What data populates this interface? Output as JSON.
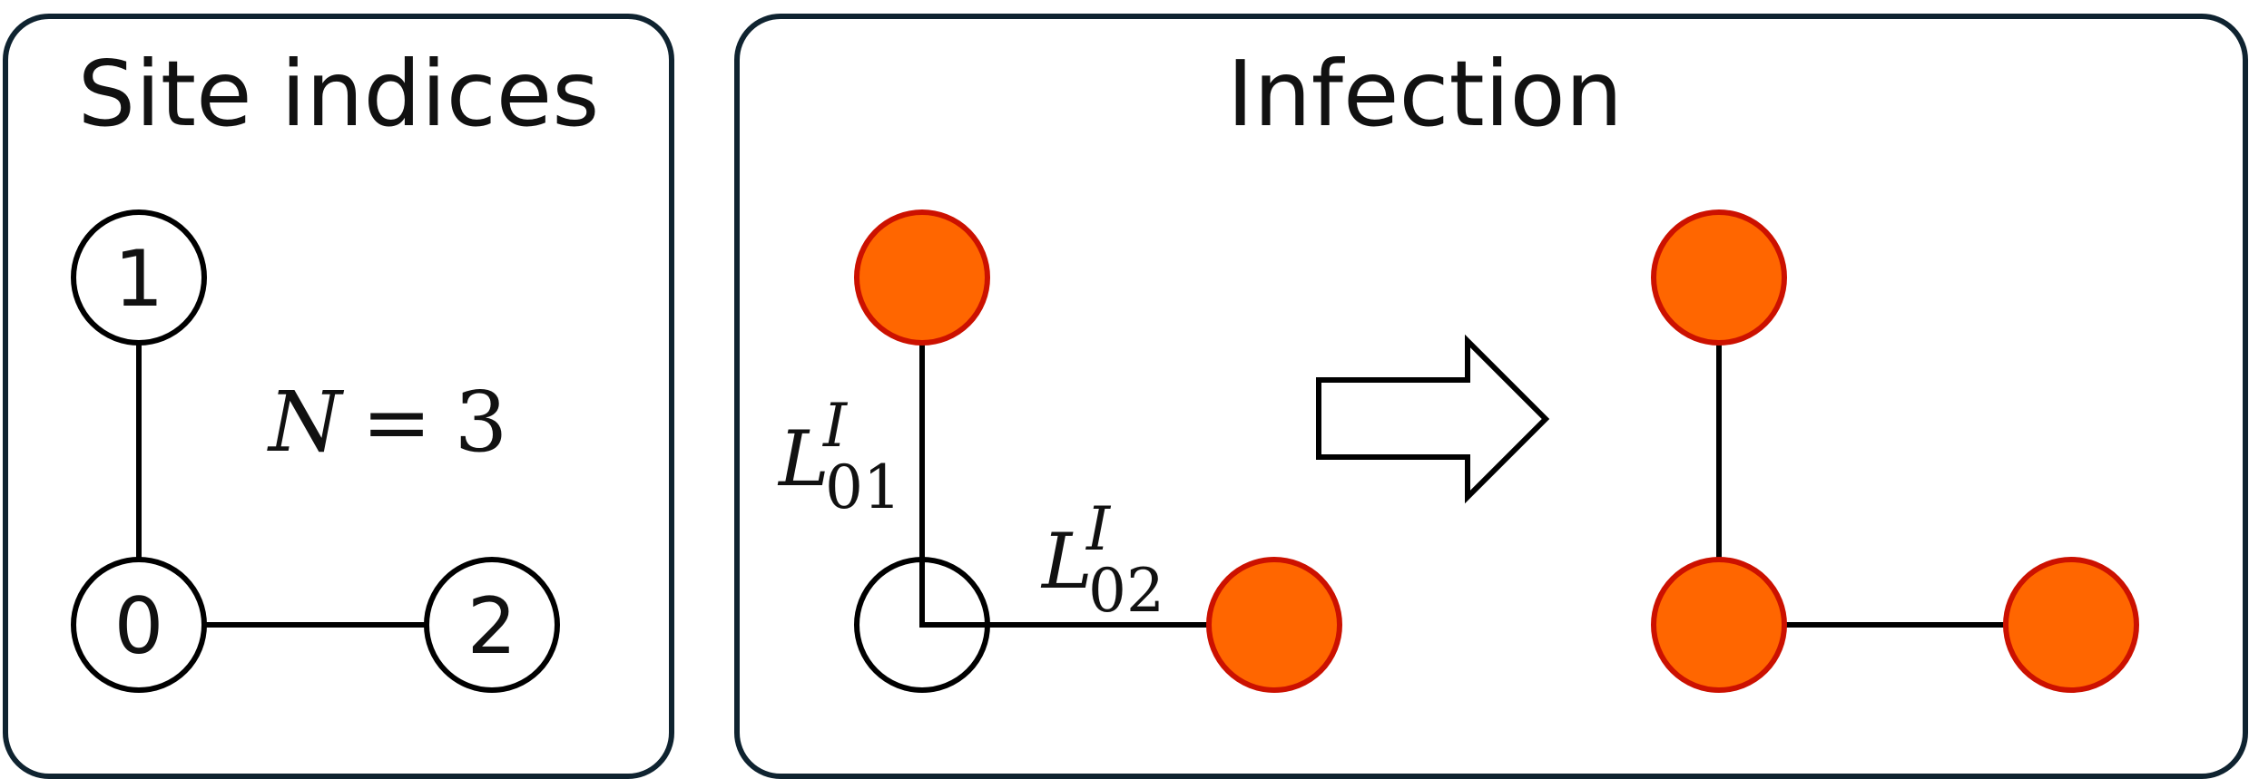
{
  "panels": {
    "left": {
      "title": "Site indices"
    },
    "right": {
      "title": "Infection"
    }
  },
  "site_nodes": [
    {
      "label": "0"
    },
    {
      "label": "1"
    },
    {
      "label": "2"
    }
  ],
  "equation": {
    "symbol": "N",
    "operator": "=",
    "value": "3"
  },
  "links": [
    {
      "base": "L",
      "superscript": "I",
      "subscript": "01"
    },
    {
      "base": "L",
      "superscript": "I",
      "subscript": "02"
    }
  ],
  "colors": {
    "panel_border": "#0f2330",
    "infected_fill": "#ff6600",
    "infected_stroke": "#cc1100",
    "healthy_fill": "#ffffff",
    "edge": "#000000"
  },
  "icons": {
    "transition": "right-arrow-icon"
  }
}
